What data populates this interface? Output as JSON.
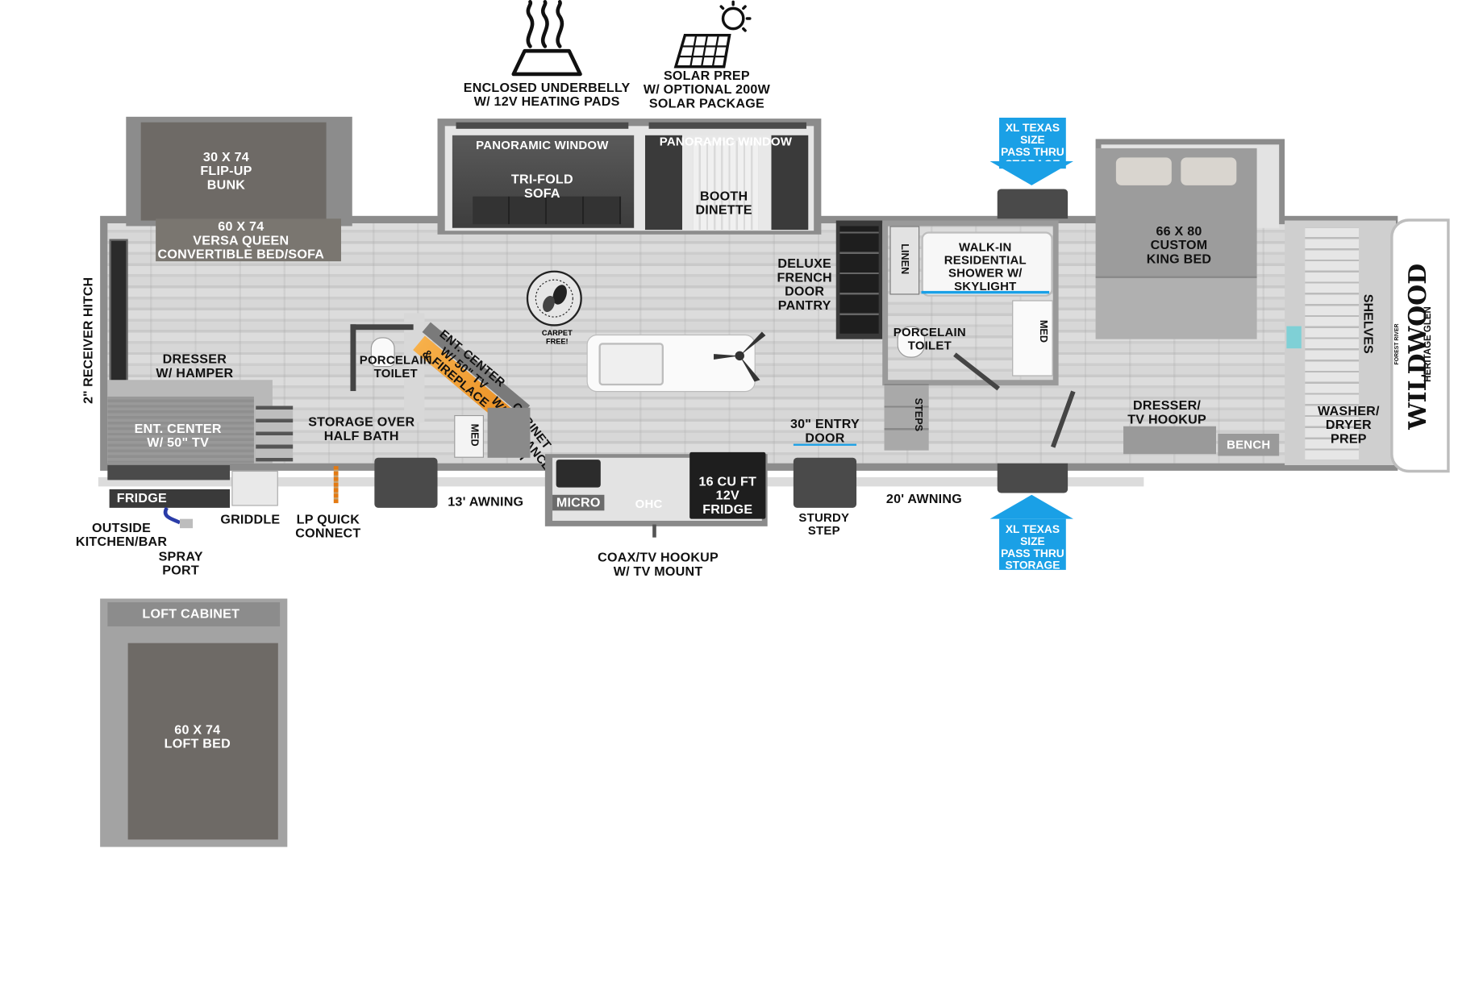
{
  "features": {
    "underbelly": "ENCLOSED UNDERBELLY\nW/ 12V HEATING PADS",
    "solar": "SOLAR PREP\nW/ OPTIONAL 200W\nSOLAR PACKAGE"
  },
  "labels": {
    "bunk": "30 X 74\nFLIP-UP\nBUNK",
    "versa": "60 X 74\nVERSA QUEEN\nCONVERTIBLE BED/SOFA",
    "panoramic_left": "PANORAMIC WINDOW",
    "panoramic_right": "PANORAMIC WINDOW",
    "trifold": "TRI-FOLD\nSOFA",
    "dinette": "BOOTH\nDINETTE",
    "carpet_free": "CARPET FREE!",
    "ent_center_fireplace": "ENT. CENTER\nW/ 50\" TV\n& FIREPLACE",
    "cabinet_hutch": "CABINET\nW/ APPLIANCE\nHUTCH",
    "porcelain_toilet_half": "PORCELAIN\nTOILET",
    "med_half": "MED",
    "dresser_hamper": "DRESSER\nW/ HAMPER",
    "ent_center_tv": "ENT. CENTER\nW/ 50\" TV",
    "receiver_hitch": "2\" RECEIVER HITCH",
    "storage_half_bath": "STORAGE OVER\nHALF BATH",
    "pantry": "DELUXE\nFRENCH\nDOOR\nPANTRY",
    "linen": "LINEN",
    "shower": "WALK-IN\nRESIDENTIAL\nSHOWER W/\nSKYLIGHT",
    "med_main": "MED",
    "porcelain_toilet_main": "PORCELAIN\nTOILET",
    "steps": "STEPS",
    "entry_door": "30\" ENTRY\nDOOR",
    "king_bed": "66 X 80\nCUSTOM\nKING BED",
    "dresser_tv": "DRESSER/\nTV HOOKUP",
    "bench": "BENCH",
    "shelves": "SHELVES",
    "washer_dryer": "WASHER/\nDRYER\nPREP",
    "brand": "WILDWOOD",
    "brand_sub": "HERITAGE GLEN",
    "brand_top": "FOREST RIVER",
    "xl_storage_top": "XL TEXAS SIZE\nPASS THRU\nSTORAGE",
    "xl_storage_bottom": "XL TEXAS SIZE\nPASS THRU\nSTORAGE",
    "fridge_outside": "FRIDGE",
    "outside_kitchen": "OUTSIDE\nKITCHEN/BAR",
    "spray_port": "SPRAY\nPORT",
    "griddle": "GRIDDLE",
    "lp_connect": "LP QUICK\nCONNECT",
    "awning_13": "13' AWNING",
    "micro": "MICRO",
    "ohc": "OHC",
    "fridge_16": "16 CU FT\n12V\nFRIDGE",
    "coax": "COAX/TV HOOKUP\nW/ TV MOUNT",
    "sturdy_step": "STURDY\nSTEP",
    "awning_20": "20' AWNING",
    "loft_cabinet": "LOFT CABINET",
    "loft_bed": "60 X 74\nLOFT BED"
  },
  "colors": {
    "accent_blue": "#1aa0e6",
    "fireplace_orange": "#f39a2c"
  }
}
